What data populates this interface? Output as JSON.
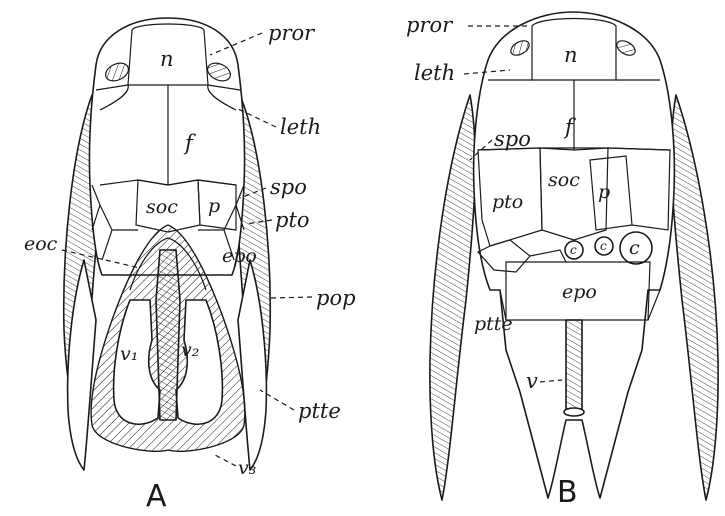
{
  "figure_a": {
    "panel_label": "A",
    "bones": {
      "nasal": "n",
      "frontal": "f",
      "supraoccipital": "soc",
      "parietal": "p",
      "exoccipital": "eoc",
      "v1": "v₁",
      "v2": "v₂",
      "v3": "v₃"
    },
    "callouts": {
      "pror": "pror",
      "leth": "leth",
      "spo": "spo",
      "pto": "pto",
      "epo": "epo",
      "pop": "pop",
      "ptte": "ptte"
    }
  },
  "figure_b": {
    "panel_label": "B",
    "bones": {
      "nasal": "n",
      "frontal": "f",
      "supraoccipital": "soc",
      "parietal": "p",
      "pterotic": "pto",
      "epiotic": "epo",
      "posttemporal": "ptte",
      "c_small_1": "c",
      "c_small_2": "c",
      "c_large": "c",
      "vertebra": "v"
    },
    "callouts": {
      "pror": "pror",
      "leth": "leth",
      "spo": "spo"
    }
  },
  "colors": {
    "ink": "#1a1a1a",
    "paper": "#ffffff"
  }
}
